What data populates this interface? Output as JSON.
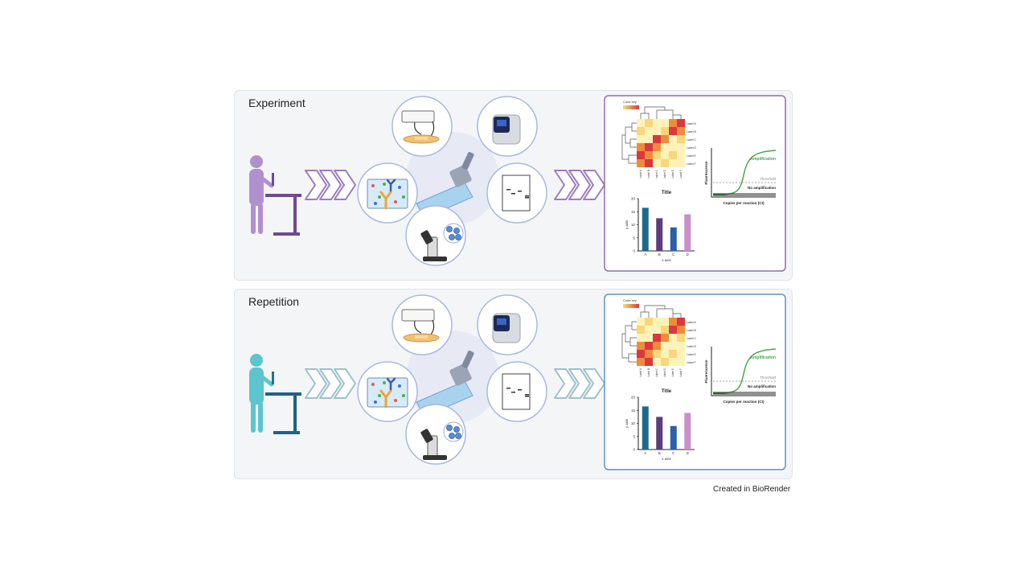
{
  "panels": [
    {
      "title": "Experiment",
      "accent": "#9b7cbf",
      "accent_dark": "#6d4a94",
      "bench": "#6d4a94",
      "figure": "#b190d0",
      "result_border": "#8f6fb1",
      "heatmap": {
        "color_key": "Color key",
        "labels": [
          "Label A",
          "Label B",
          "Label C",
          "Label D",
          "Label E",
          "Label F"
        ],
        "col_labels": [
          "Label A",
          "Label B",
          "Label C",
          "Label D",
          "Label E",
          "Label F"
        ],
        "title": "Title"
      },
      "qpcr": {
        "ylabel": "Fluorescence",
        "xlabel": "Copies per reaction (Ct)",
        "amplification": "Amplification",
        "threshold": "Threshold",
        "no_amplification": "No amplification"
      },
      "bar": {
        "ylabel": "y axis",
        "xlabel": "x axis"
      }
    },
    {
      "title": "Repetition",
      "accent": "#9cc0cc",
      "accent_dark": "#2a6f8c",
      "bench": "#1f6286",
      "figure": "#5cc5cf",
      "result_border": "#5a95c0",
      "heatmap": {
        "color_key": "Color key",
        "labels": [
          "Label A",
          "Label B",
          "Label C",
          "Label D",
          "Label E",
          "Label F"
        ],
        "col_labels": [
          "Label A",
          "Label B",
          "Label C",
          "Label D",
          "Label E",
          "Label F"
        ],
        "title": "Title"
      },
      "qpcr": {
        "ylabel": "Fluorescence",
        "xlabel": "Copies per reaction (Ct)",
        "amplification": "Amplification",
        "threshold": "Threshold",
        "no_amplification": "No amplification"
      },
      "bar": {
        "ylabel": "y axis",
        "xlabel": "x axis"
      }
    }
  ],
  "chart_data": {
    "type": "bar",
    "categories": [
      "A",
      "B",
      "C",
      "D"
    ],
    "values": [
      16.5,
      12.5,
      9,
      14
    ],
    "colors": [
      "#1d6a8e",
      "#5b3d7c",
      "#2b5fae",
      "#c98fc6"
    ],
    "ylim": [
      0,
      20
    ],
    "yticks": [
      0,
      5,
      10,
      15,
      20
    ],
    "xlabel": "x axis",
    "ylabel": "y axis"
  },
  "footer": "Created in BioRender"
}
